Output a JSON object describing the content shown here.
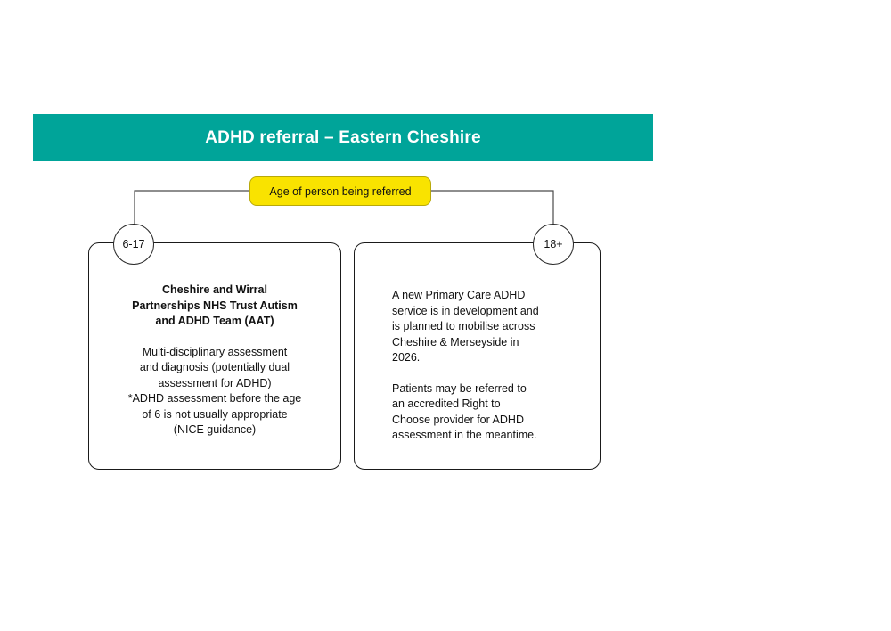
{
  "colors": {
    "teal": "#00A499",
    "yellow": "#F9E300",
    "yellow_border": "#B8A90A",
    "line": "#4a4a4a"
  },
  "header": {
    "title": "ADHD referral – Eastern Cheshire"
  },
  "decision": {
    "label": "Age of person being referred"
  },
  "branches": [
    {
      "age": "6-17",
      "card": {
        "title": "Cheshire and Wirral\nPartnerships NHS Trust Autism\nand ADHD Team (AAT)",
        "body": "Multi-disciplinary assessment\nand diagnosis (potentially dual\nassessment for ADHD)\n*ADHD assessment before the age\nof 6 is not usually appropriate\n(NICE guidance)"
      }
    },
    {
      "age": "18+",
      "card": {
        "para1": "A new Primary Care ADHD\nservice is in development and\nis planned to mobilise across\nCheshire & Merseyside in\n2026.",
        "para2": "Patients may be referred to\nan accredited Right to\nChoose provider for ADHD\nassessment in the meantime."
      }
    }
  ]
}
